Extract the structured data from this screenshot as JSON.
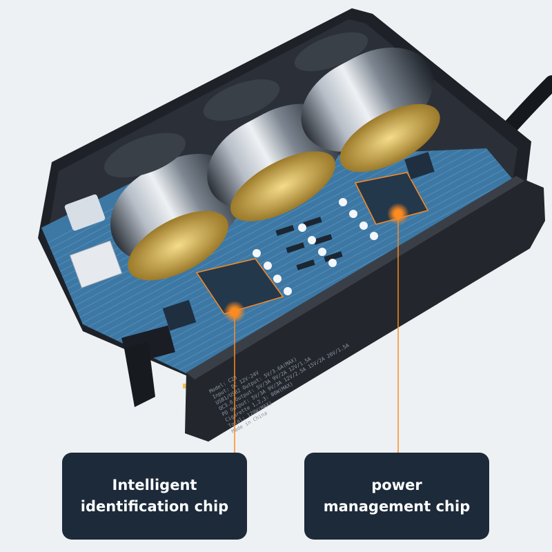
{
  "image": {
    "subject": "car charger circuit board cutaway",
    "colors": {
      "background": "#eef1f3",
      "pcb": "#3d78a5",
      "callout_bg": "#1c2a3a",
      "accent": "#ff8a1e",
      "text": "#ffffff"
    }
  },
  "device_label": {
    "lines": [
      "Model: C28",
      "Input: DC 12V-24V",
      "USB1/USB2 Output: 5V/3.6A(MAX)",
      "QC3.0 Output: 5V/3A 9V/2A 12V/1.5A",
      "PD Output: 5V/3A 9V/3A 12V/2.5A 15V/2A 20V/1.5A",
      "Cigarette 1,2,3: 80W(MAX)",
      "Total: 120W(MAX)",
      "Made in China"
    ]
  },
  "callouts": [
    {
      "line1": "Intelligent",
      "line2": "identification chip"
    },
    {
      "line1": "power",
      "line2": "management chip"
    }
  ]
}
